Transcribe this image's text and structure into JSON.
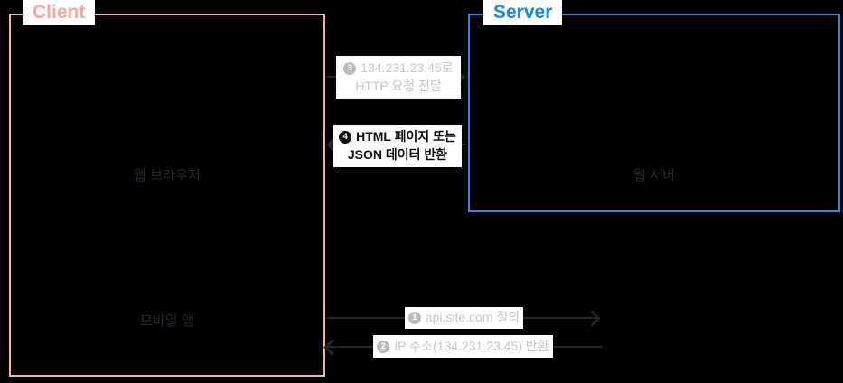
{
  "diagram": {
    "background_color": "#000000",
    "client": {
      "title": "Client",
      "title_color": "#ffa3a1",
      "border_color": "#f7b2ae",
      "nodes": [
        {
          "label": "웹 브라우저"
        },
        {
          "label": "모바일 앱"
        }
      ]
    },
    "server": {
      "title": "Server",
      "title_color": "#1a86f2",
      "border_color": "#2f8ae3",
      "nodes": [
        {
          "label": "웹 서버"
        }
      ]
    },
    "node_label_color": "#252834",
    "arrow_color": "#23252c"
  },
  "steps": [
    {
      "number": "1",
      "text": "api.site.com 질의",
      "direction": "right",
      "dimmed": true
    },
    {
      "number": "2",
      "text": "IP 주소(134.231.23.45) 반환",
      "direction": "left",
      "dimmed": true
    },
    {
      "number": "3",
      "line1": "134.231.23.45로",
      "line2": "HTTP 요청 전달",
      "direction": "right",
      "dimmed": true
    },
    {
      "number": "4",
      "line1": "HTML 페이지 또는",
      "line2": "JSON 데이터 반환",
      "direction": "left",
      "dimmed": false
    }
  ],
  "colors": {
    "dim_text": "#c7c8cc",
    "dim_badge": "#bbbcc1",
    "active_text": "#0c0e13",
    "active_badge": "#0c0e13",
    "pill_background": "#ffffff"
  }
}
